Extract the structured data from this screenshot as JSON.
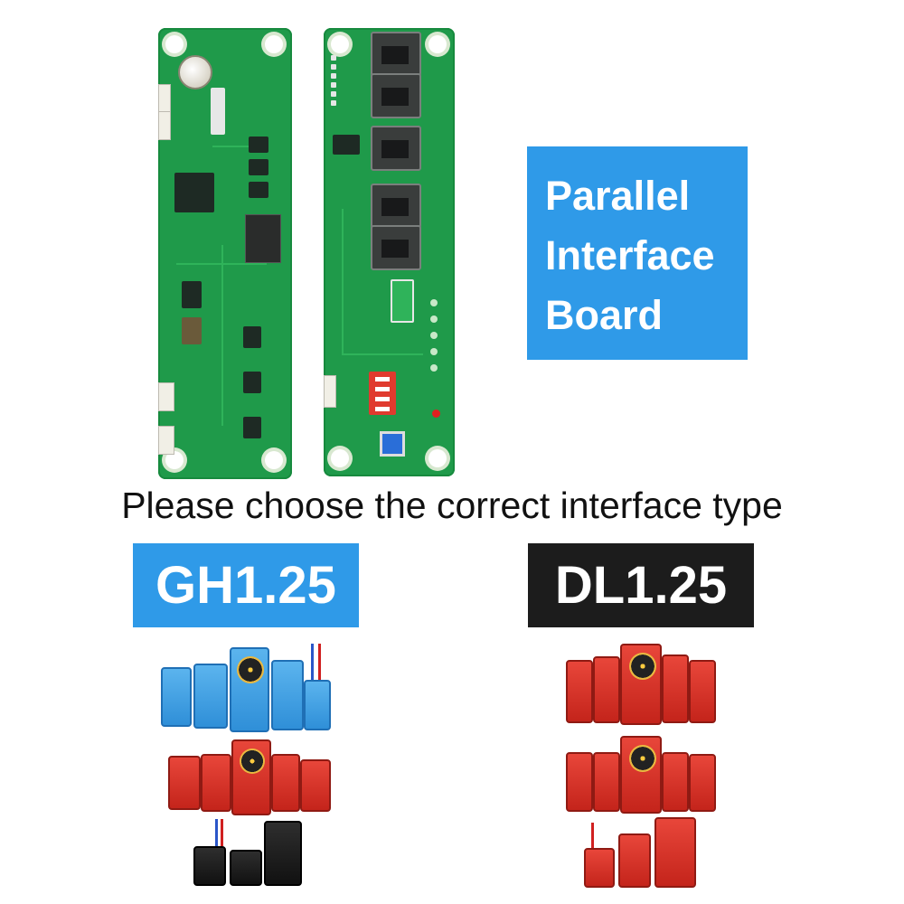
{
  "title": {
    "line1": "Parallel",
    "line2": "Interface",
    "line3": "Board"
  },
  "subtitle": "Please choose the correct interface type",
  "options": {
    "gh": {
      "label": "GH1.25",
      "color": "#2f9ae8"
    },
    "dl": {
      "label": "DL1.25",
      "color": "#1c1c1c"
    }
  },
  "board_colors": {
    "pcb": "#1f9a4a",
    "accent": "#2f9ae8"
  },
  "icons": [
    "rj45-port-icon",
    "fan-icon",
    "dip-switch-icon",
    "coin-battery-icon"
  ]
}
